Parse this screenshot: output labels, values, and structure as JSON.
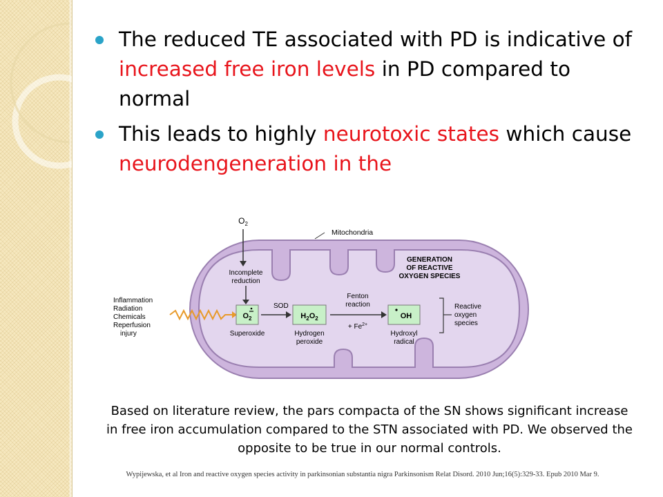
{
  "colors": {
    "bullet": "#2aa3c8",
    "highlight": "#e8141b",
    "sidebar_bg": "#f6e8bf",
    "mito_outer": "#cdb5dd",
    "mito_inner": "#e3d6ee",
    "box_fill": "#c8f0c8"
  },
  "bullets": [
    {
      "before": "The reduced TE associated with PD is indicative of ",
      "highlight": "increased free iron levels",
      "after": " in PD compared to normal"
    },
    {
      "before": "This leads to highly ",
      "highlight": "neurotoxic states",
      "middle": " which cause ",
      "highlight2": "neurodengeneration in the",
      "after": ""
    }
  ],
  "diagram": {
    "o2_top": "O",
    "o2_top_sub": "2",
    "mitochondria_label": "Mitochondria",
    "generation_title": [
      "GENERATION",
      "OF REACTIVE",
      "OXYGEN SPECIES"
    ],
    "incomplete_reduction": [
      "Incomplete",
      "reduction"
    ],
    "causes": [
      "Inflammation",
      "Radiation",
      "Chemicals",
      "Reperfusion",
      "injury"
    ],
    "sod_label": "SOD",
    "fenton": [
      "Fenton",
      "reaction"
    ],
    "fe_label": "+ Fe",
    "fe_sup": "2+",
    "superoxide_box": "O",
    "superoxide_sub": "2",
    "superoxide_label": "Superoxide",
    "h2o2_box_h": "H",
    "h2o2_box_sub1": "2",
    "h2o2_box_o": "O",
    "h2o2_box_sub2": "2",
    "h2o2_label": [
      "Hydrogen",
      "peroxide"
    ],
    "oh_box": "OH",
    "oh_label": [
      "Hydroxyl",
      "radical"
    ],
    "ros_label": [
      "Reactive",
      "oxygen",
      "species"
    ]
  },
  "caption": "Based on literature review, the pars compacta of the SN shows significant increase in free iron accumulation compared to the STN associated with PD. We observed the opposite to be true in our normal controls.",
  "citation": "Wypijewska, et al Iron and reactive oxygen species activity in parkinsonian substantia nigra Parkinsonism Relat Disord. 2010 Jun;16(5):329-33. Epub 2010 Mar 9."
}
